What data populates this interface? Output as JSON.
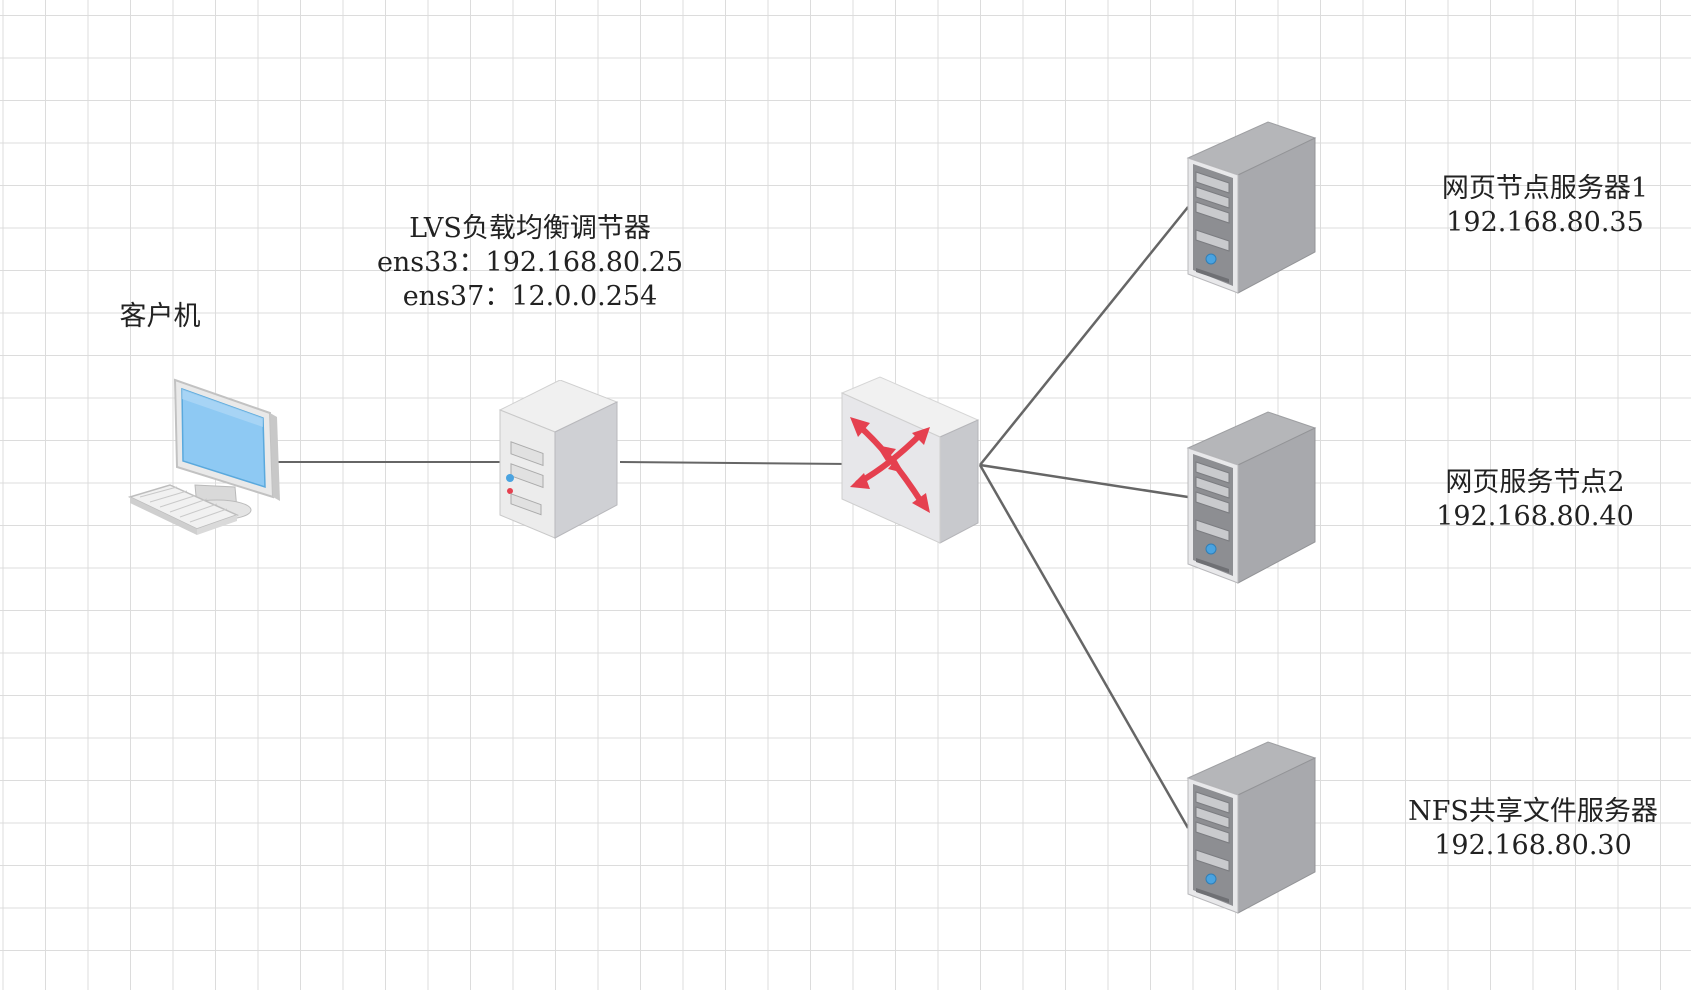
{
  "nodes": {
    "client": {
      "title": "客户机"
    },
    "lvs": {
      "title": "LVS负载均衡调节器",
      "line1": "ens33：192.168.80.25",
      "line2": "ens37：12.0.0.254"
    },
    "web1": {
      "title": "网页节点服务器1",
      "ip": "192.168.80.35"
    },
    "web2": {
      "title": "网页服务节点2",
      "ip": "192.168.80.40"
    },
    "nfs": {
      "title": "NFS共享文件服务器",
      "ip": "192.168.80.30"
    }
  },
  "icons": {
    "client": "desktop-computer-icon",
    "lvs": "server-icon",
    "switch": "network-switch-icon",
    "web1": "server-tower-icon",
    "web2": "server-tower-icon",
    "nfs": "server-tower-icon"
  },
  "colors": {
    "grid": "#dcdcdc",
    "wire": "#666666",
    "switch_arrows": "#e5404f",
    "monitor_screen": "#8ec9f3"
  }
}
